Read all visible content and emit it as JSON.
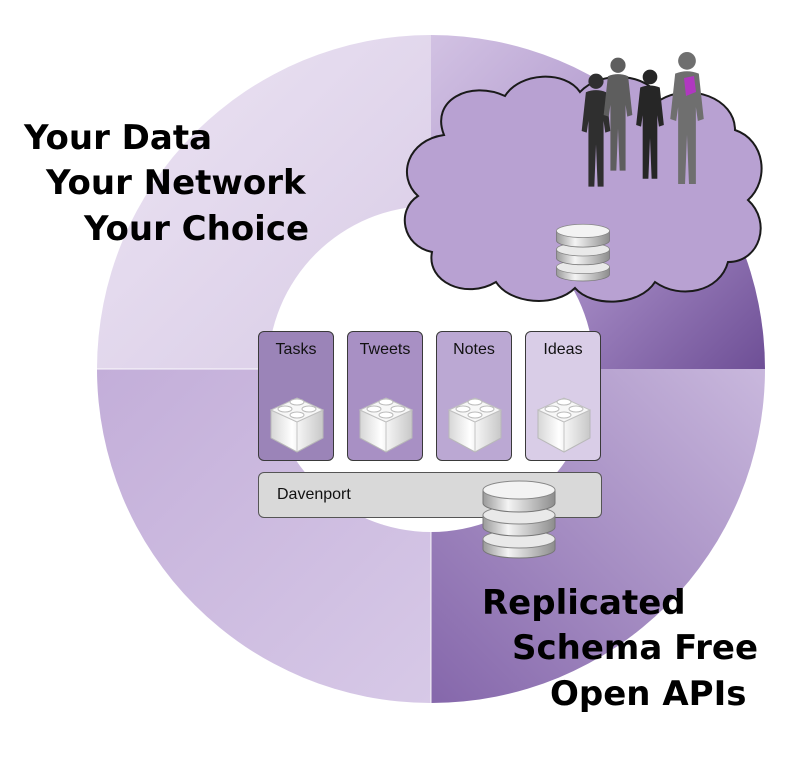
{
  "headline_left": [
    "Your Data",
    "Your Network",
    "Your Choice"
  ],
  "headline_right": [
    "Replicated",
    "Schema Free",
    "Open APIs"
  ],
  "apps": [
    {
      "label": "Tasks",
      "color": "#9b84b8"
    },
    {
      "label": "Tweets",
      "color": "#a890c4"
    },
    {
      "label": "Notes",
      "color": "#bba8d3"
    },
    {
      "label": "Ideas",
      "color": "#d9cde7"
    }
  ],
  "store_label": "Davenport",
  "colors": {
    "ring_top_left": "#e4d9ee",
    "ring_top_right": "#c6b3dc",
    "ring_right_dark": "#7a5a9e",
    "ring_bottom_right": "#9a7dbd",
    "ring_bottom_left": "#c5b1da",
    "cloud": "#b9a2d3",
    "person_dark": "#333333",
    "person_light": "#777777",
    "accent_magenta": "#b038c0"
  },
  "icons": [
    "database-icon",
    "lego-brick-icon",
    "people-silhouette-icon"
  ]
}
